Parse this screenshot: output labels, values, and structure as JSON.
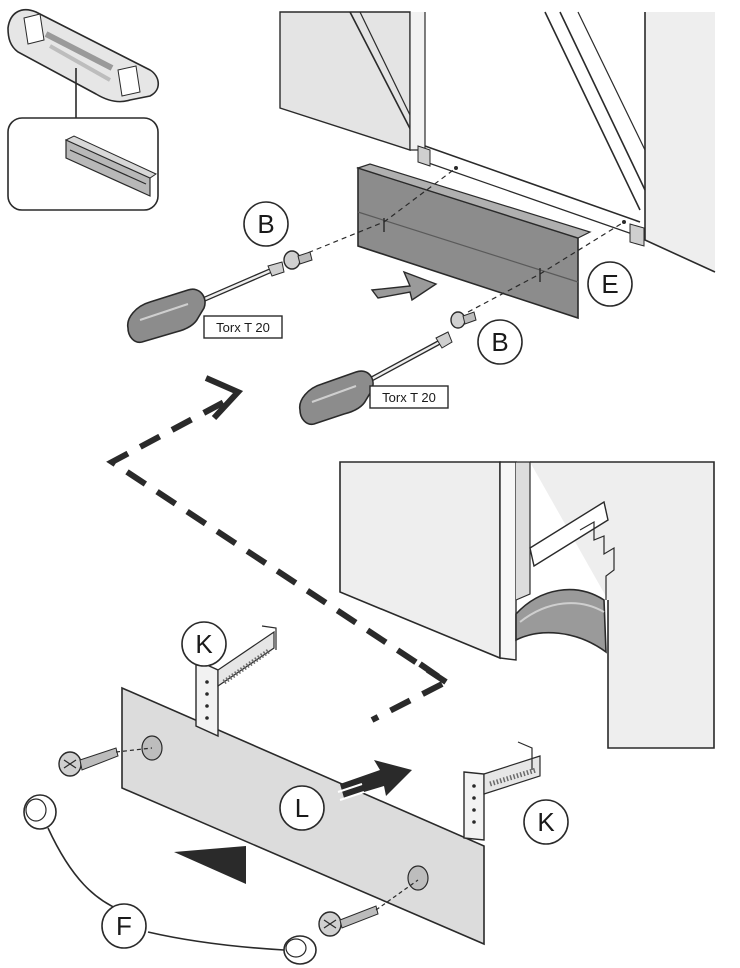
{
  "labels": {
    "screw_top_left": "B",
    "screw_top_right": "B",
    "plinth_top": "E",
    "bracket_left": "K",
    "bracket_right": "K",
    "panel": "L",
    "caps": "F"
  },
  "tools": {
    "driver_1": "Torx T 20",
    "driver_2": "Torx T 20"
  },
  "colors": {
    "line": "#2a2a2a",
    "panel_fill": "#dcdcdc",
    "wall_fill": "#eeeeee",
    "dark_part": "#8c8c8c",
    "arrow_fill": "#2a2a2a"
  }
}
